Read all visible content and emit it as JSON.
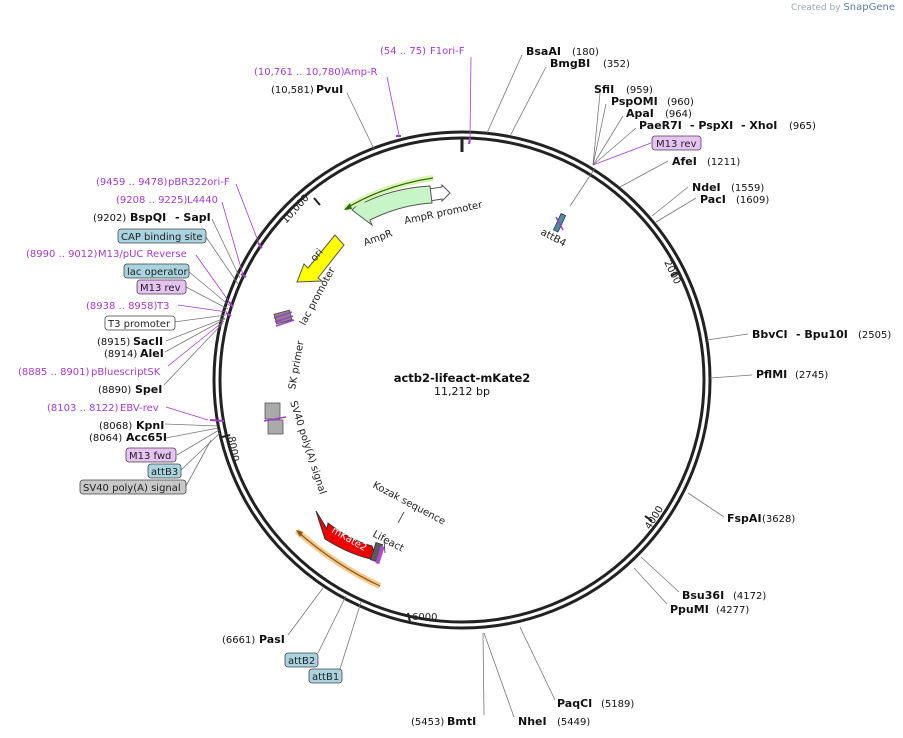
{
  "header": {
    "credit_prefix": "Created by",
    "credit_brand": "SnapGene"
  },
  "plasmid": {
    "name": "actb2-lifeact-mKate2",
    "size": "11,212 bp",
    "length": 11212
  },
  "ticks": [
    "2000",
    "4000",
    "6000",
    "8000",
    "10,000"
  ],
  "right_sites": [
    {
      "name": "BsaAI",
      "pos": "(180)"
    },
    {
      "name": "BmgBI",
      "pos": "(352)"
    },
    {
      "name": "SfiI",
      "pos": "(959)"
    },
    {
      "name": "PspOMI",
      "pos": "(960)"
    },
    {
      "name": "ApaI",
      "pos": "(964)"
    },
    {
      "name": "PaeR7I",
      "extra1": "- PspXI",
      "extra2": "- XhoI",
      "pos": "(965)"
    },
    {
      "name": "M13 rev"
    },
    {
      "name": "AfeI",
      "pos": "(1211)"
    },
    {
      "name": "NdeI",
      "pos": "(1559)"
    },
    {
      "name": "PacI",
      "pos": "(1609)"
    },
    {
      "name": "BbvCI",
      "extra1": "- Bpu10I",
      "pos": "(2505)"
    },
    {
      "name": "PflMI",
      "pos": "(2745)"
    },
    {
      "name": "FspAI",
      "pos": "(3628)"
    },
    {
      "name": "Bsu36I",
      "pos": "(4172)"
    },
    {
      "name": "PpuMI",
      "pos": "(4277)"
    },
    {
      "name": "PaqCI",
      "pos": "(5189)"
    },
    {
      "name": "NheI",
      "pos": "(5449)"
    },
    {
      "name": "BmtI",
      "pos": "(5453)"
    }
  ],
  "left_sites": [
    {
      "pos": "(54 .. 75)",
      "name": "F1ori-F"
    },
    {
      "pos": "(10,761 .. 10,780)",
      "name": "Amp-R"
    },
    {
      "pos": "(10,581)",
      "name": "PvuI"
    },
    {
      "pos": "(9459 .. 9478)",
      "name": "pBR322ori-F"
    },
    {
      "pos": "(9208 .. 9225)",
      "name": "L4440"
    },
    {
      "pos": "(9202)",
      "name": "BspQI",
      "extra": "- SapI"
    },
    {
      "name": "CAP binding site"
    },
    {
      "pos": "(8990 .. 9012)",
      "name": "M13/pUC Reverse"
    },
    {
      "name": "lac operator"
    },
    {
      "name": "M13 rev"
    },
    {
      "pos": "(8938 .. 8958)",
      "name": "T3"
    },
    {
      "name": "T3 promoter"
    },
    {
      "pos": "(8915)",
      "name": "SacII"
    },
    {
      "pos": "(8914)",
      "name": "AleI"
    },
    {
      "pos": "(8885 .. 8901)",
      "name": "pBluescriptSK"
    },
    {
      "pos": "(8890)",
      "name": "SpeI"
    },
    {
      "pos": "(8103 .. 8122)",
      "name": "EBV-rev"
    },
    {
      "pos": "(8068)",
      "name": "KpnI"
    },
    {
      "pos": "(8064)",
      "name": "Acc65I"
    },
    {
      "name": "M13 fwd"
    },
    {
      "name": "attB3"
    },
    {
      "name": "SV40 poly(A) signal"
    },
    {
      "pos": "(6661)",
      "name": "PasI"
    },
    {
      "name": "attB2"
    },
    {
      "name": "attB1"
    }
  ],
  "features": {
    "AmpR_promoter": "AmpR promoter",
    "AmpR": "AmpR",
    "ori": "ori",
    "lac_promoter": "lac promoter",
    "SK_primer": "SK primer",
    "SV40_polyA": "SV40 poly(A) signal",
    "Kozak": "Kozak sequence",
    "Lifeact": "Lifeact",
    "mKate2": "mKate2",
    "attB4": "attB4"
  },
  "colors": {
    "backbone": "#222222",
    "primer": "#a33cc8",
    "ampr": "#c8f5c8",
    "ori": "#ffff00",
    "mkate": "#ee0000",
    "box_lilac": "#e6c3f2",
    "box_teal": "#a9d3df",
    "box_grey": "#c8c8c8"
  }
}
